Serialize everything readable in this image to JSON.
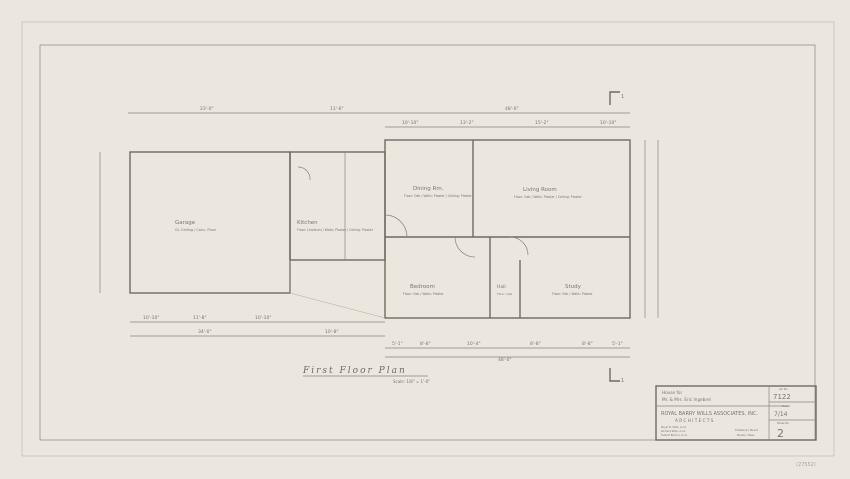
{
  "drawing": {
    "title": "First Floor Plan",
    "scale": "Scale: 1/8\" = 1'-0\"",
    "rooms": [
      {
        "name": "Garage",
        "note": "Gr. Ceiling / Conc. Floor"
      },
      {
        "name": "Kitchen",
        "note": "Floor: Linoleum / Walls: Plaster / Ceiling: Plaster"
      },
      {
        "name": "Dining Rm.",
        "note": "Floor: Oak / Walls: Plaster / Ceiling: Plaster"
      },
      {
        "name": "Living Room",
        "note": "Floor: Oak / Walls: Plaster / Ceiling: Plaster"
      },
      {
        "name": "Bedroom",
        "note": "Floor: Oak / Walls: Plaster"
      },
      {
        "name": "Hall",
        "note": "Floor: Oak"
      },
      {
        "name": "Study",
        "note": "Floor: Oak / Walls: Plaster"
      }
    ],
    "dimensions_top": [
      "23'-0\"",
      "11'-6\"",
      "48'-0\"",
      "10'-10\"",
      "13'-2\"",
      "15'-2\"",
      "10'-10\""
    ],
    "dimensions_bottom": [
      "10'-10\"",
      "11'-8\"",
      "10'-10\"",
      "34'-0\"",
      "10'-8\"",
      "5'-1\"",
      "8'-8\"",
      "10'-4\"",
      "8'-8\"",
      "8'-8\"",
      "5'-1\"",
      "48'-0\""
    ],
    "section_marks": [
      "1",
      "1"
    ]
  },
  "title_block": {
    "project_line1": "House for",
    "project_line2": "Mr. & Mrs. Eric Ingebrel",
    "firm": "ROYAL BARRY WILLS ASSOCIATES, INC.",
    "firm_sub": "A R C H I T E C T S",
    "partners": [
      "Royal B. Wills, A.I.A.",
      "Richard Wills, A.I.A.",
      "Hubert Burton, A.I.A."
    ],
    "address": [
      "8 Newbury Street",
      "Boston, Mass."
    ],
    "job_no_label": "Job No.",
    "job_no": "7122",
    "date_label": "Date",
    "date": "7/14",
    "sheet_label": "Sheet No.",
    "sheet_no": "2"
  },
  "corner_mark": "(27552)"
}
